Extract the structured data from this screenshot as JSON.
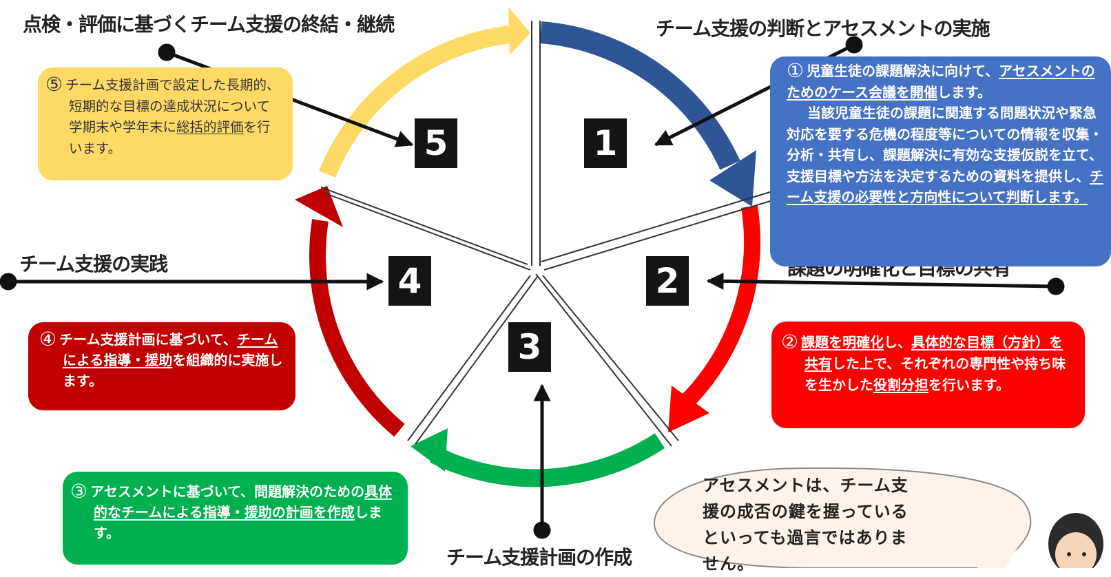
{
  "stages": [
    {
      "num": "1",
      "title": "チーム支援の判断とアセスメントの実施"
    },
    {
      "num": "2",
      "title": "課題の明確化と目標の共有"
    },
    {
      "num": "3",
      "title": "チーム支援計画の作成"
    },
    {
      "num": "4",
      "title": "チーム支援の実践"
    },
    {
      "num": "5",
      "title": "点検・評価に基づくチーム支援の終結・継続"
    }
  ],
  "boxes": {
    "b1": {
      "marker": "①",
      "line1_a": "児童生徒の課題解決に向けて、",
      "line1_u": "アセスメントのためのケース会議を開催",
      "line1_b": "します。",
      "para2": "当該児童生徒の課題に関連する問題状況や緊急対応を要する危機の程度等についての情報を収集・分析・共有し、課題解決に有効な支援仮説を立て、支援目標や方法を決定するための資料を提供し、",
      "para2_u": "チーム支援の必要性と方向性について判断します。"
    },
    "b2": {
      "marker": "②",
      "u1": "課題を明確化",
      "t1": "し、",
      "u2": "具体的な目標（方針）を共有",
      "t2": "した上で、それぞれの専門性や持ち味を生かした",
      "u3": "役割分担",
      "t3": "を行います。"
    },
    "b3": {
      "marker": "③",
      "t1": "アセスメントに基づいて、問題解決のための",
      "u1": "具体的なチームによる指導・援助の計画を作成",
      "t2": "します。"
    },
    "b4": {
      "marker": "④",
      "t1": "チーム支援計画に基づいて、",
      "u1": "チームによる指導・援助",
      "t2": "を組織的に実施します。"
    },
    "b5": {
      "marker": "⑤",
      "t1": "チーム支援計画で設定した長期的、短期的な目標の達成状況について学期末や学年末に",
      "u1": "総括的評価",
      "t2": "を行います。"
    }
  },
  "speech": "アセスメントは、チーム支援の成否の鍵を握っているといっても過言ではありません。",
  "colors": {
    "stage1": "#2f5597",
    "stage2": "#ff0000",
    "stage3": "#00b050",
    "stage4": "#c00000",
    "stage5": "#ffd966",
    "box1": "#4472c4",
    "speech_bg": "#fdf3ea"
  }
}
